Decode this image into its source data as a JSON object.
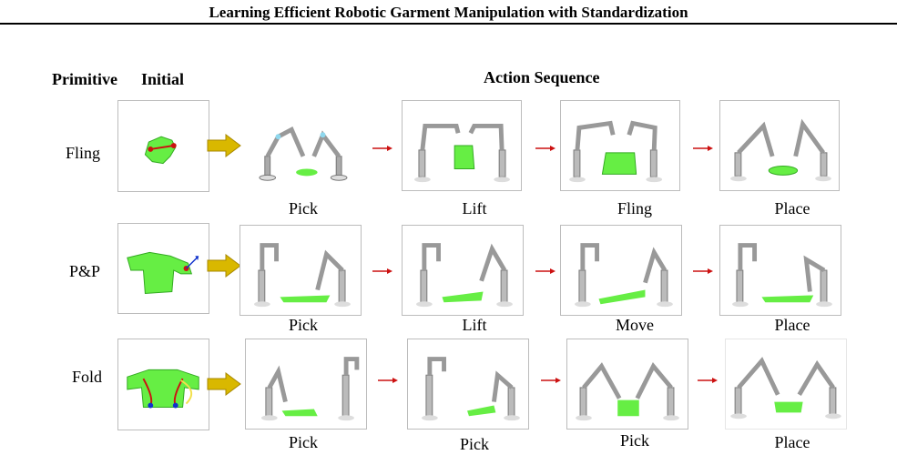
{
  "title": "Learning Efficient Robotic Garment Manipulation with Standardization",
  "headers": {
    "primitive": "Primitive",
    "initial": "Initial",
    "sequence": "Action Sequence"
  },
  "rows": [
    {
      "primitive": "Fling",
      "captions": [
        "Pick",
        "Lift",
        "Fling",
        "Place"
      ]
    },
    {
      "primitive": "P&P",
      "captions": [
        "Pick",
        "Lift",
        "Move",
        "Place"
      ]
    },
    {
      "primitive": "Fold",
      "captions": [
        "Pick",
        "Pick",
        "Pick",
        "Place"
      ]
    }
  ],
  "colors": {
    "garment": "#66ee44",
    "arrow_big": "#d9b800",
    "arrow_small": "#cc1111",
    "robot_gray": "#9a9a9a",
    "joint_blue": "#8fd8ee"
  }
}
